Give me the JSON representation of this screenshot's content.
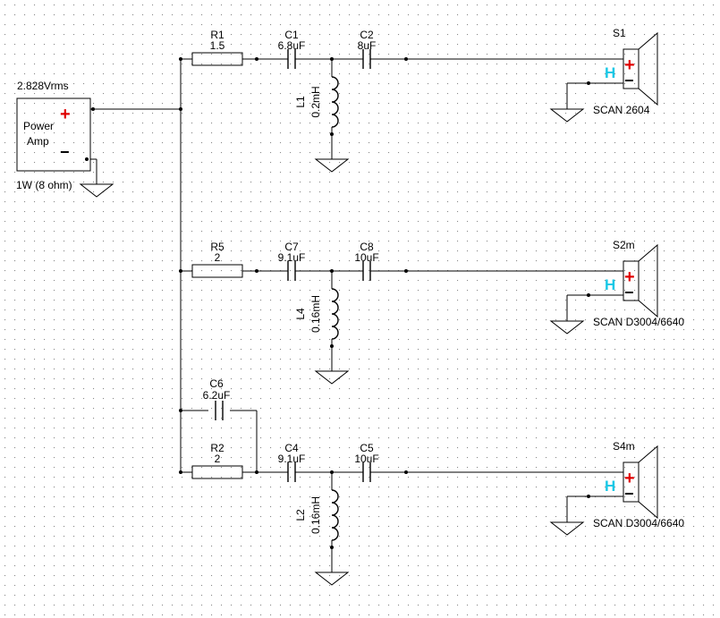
{
  "source": {
    "voltage_label": "2.828Vrms",
    "name_line1": "Power",
    "name_line2": "Amp",
    "power_label": "1W (8 ohm)",
    "plus": "+",
    "minus": "−"
  },
  "branches": [
    {
      "resistor": {
        "name": "R1",
        "value": "1.5"
      },
      "cap1": {
        "name": "C1",
        "value": "6.8uF"
      },
      "inductor": {
        "name": "L1",
        "value": "0.2mH"
      },
      "cap2": {
        "name": "C2",
        "value": "8uF"
      },
      "speaker": {
        "name": "S1",
        "model": "SCAN 2604",
        "h": "H",
        "plus": "+",
        "minus": "−"
      }
    },
    {
      "resistor": {
        "name": "R5",
        "value": "2"
      },
      "cap1": {
        "name": "C7",
        "value": "9.1uF"
      },
      "inductor": {
        "name": "L4",
        "value": "0.16mH"
      },
      "cap2": {
        "name": "C8",
        "value": "10uF"
      },
      "speaker": {
        "name": "S2m",
        "model": "SCAN D3004/6640",
        "h": "H",
        "plus": "+",
        "minus": "−"
      }
    },
    {
      "resistor": {
        "name": "R2",
        "value": "2"
      },
      "bypass": {
        "name": "C6",
        "value": "6.2uF"
      },
      "cap1": {
        "name": "C4",
        "value": "9.1uF"
      },
      "inductor": {
        "name": "L2",
        "value": "0.16mH"
      },
      "cap2": {
        "name": "C5",
        "value": "10uF"
      },
      "speaker": {
        "name": "S4m",
        "model": "SCAN D3004/6640",
        "h": "H",
        "plus": "+",
        "minus": "−"
      }
    }
  ]
}
